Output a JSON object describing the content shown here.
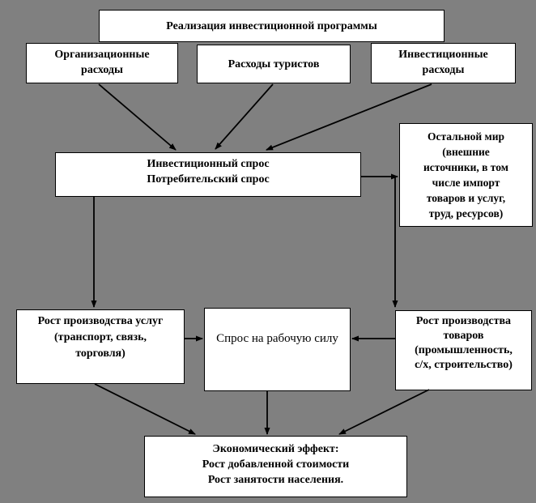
{
  "colors": {
    "background": "#808080",
    "box_fill": "#ffffff",
    "line": "#000000"
  },
  "boxes": {
    "program": {
      "label": "Реализация инвестиционной программы"
    },
    "org": {
      "lines": [
        "Организационные",
        "расходы"
      ]
    },
    "tourists": {
      "label": "Расходы туристов"
    },
    "invest": {
      "lines": [
        "Инвестиционные",
        "расходы"
      ]
    },
    "demand": {
      "lines": [
        "Инвестиционный спрос",
        "Потребительский спрос"
      ]
    },
    "world": {
      "lines": [
        "Остальной мир",
        "(внешние",
        "источники, в том",
        "числе импорт",
        "товаров и услуг,",
        "труд, ресурсов)"
      ]
    },
    "services": {
      "lines": [
        "Рост производства услуг",
        "(транспорт, связь,",
        "торговля)"
      ]
    },
    "labor": {
      "label": "Спрос на рабочую силу"
    },
    "goods": {
      "lines": [
        "Рост производства",
        "товаров",
        "(промышленность,",
        "с/х, строительство)"
      ]
    },
    "effect": {
      "lines": [
        "Экономический эффект:",
        "Рост добавленной стоимости",
        "Рост занятости населения."
      ]
    }
  }
}
